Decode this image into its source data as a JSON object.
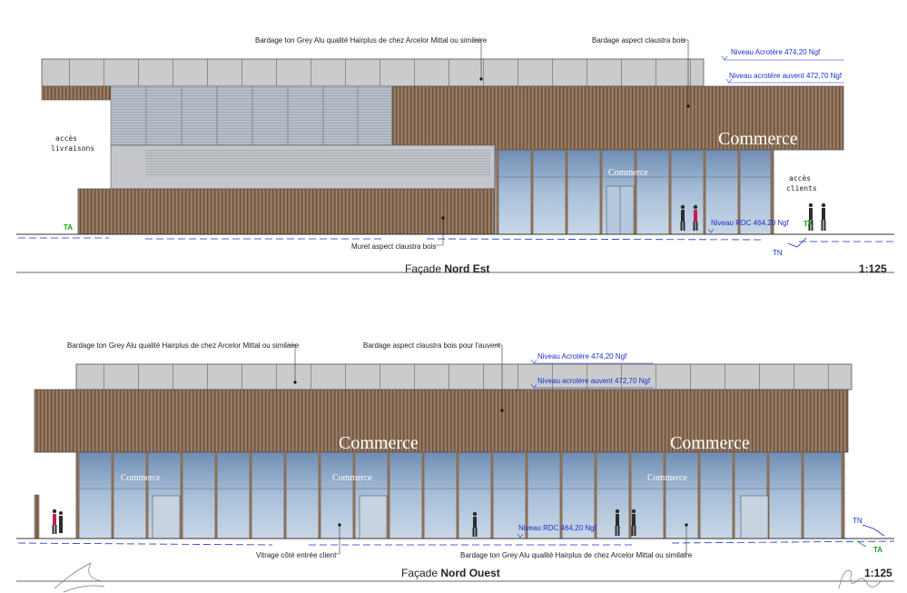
{
  "top": {
    "title_normal": "Façade ",
    "title_bold": "Nord Est",
    "scale": "1:125",
    "callouts": {
      "cladding": "Bardage ton Grey Alu qualité Hairplus de chez Arcelor Mittal ou similaire",
      "claustra": "Bardage aspect claustra bois",
      "muret": "Muret aspect claustra bois"
    },
    "levels": {
      "acrotere": "Niveau Acrotère 474,20 Ngf",
      "auvent": "Niveau acrotère auvent 472,70 Ngf",
      "rdc": "Niveau RDC 464,20 Ngf"
    },
    "sign_large": "Commerce",
    "sign_small": "Commerce",
    "side_left_1": "accès",
    "side_left_2": "livraisons",
    "side_right_1": "accès",
    "side_right_2": "clients",
    "ta": "TA",
    "ta_right": "TA",
    "tn": "TN"
  },
  "bottom": {
    "title_normal": "Façade ",
    "title_bold": "Nord Ouest",
    "scale": "1:125",
    "callouts": {
      "cladding_top": "Bardage ton Grey Alu qualité Hairplus de chez Arcelor Mittal ou similaire",
      "claustra_auvent": "Bardage aspect claustra bois pour l'auvent",
      "vitrage": "Vitrage côté entrée client",
      "cladding_bottom": "Bardage ton Grey Alu qualité Hairplus de chez Arcelor Mittal ou similaire"
    },
    "levels": {
      "acrotere": "Niveau Acrotère 474,20 Ngf",
      "auvent": "Niveau acrotère auvent 472,70 Ngf",
      "rdc": "Niveau RDC 464,20 Ngf"
    },
    "sign_left": "Commerce",
    "sign_right": "Commerce",
    "sign_small_1": "Commerce",
    "sign_small_2": "Commerce",
    "sign_small_3": "Commerce",
    "tn": "TN",
    "ta": "TA"
  },
  "colors": {
    "cladding": "#c8c8c8",
    "wood": "#8b6f58",
    "glass": "#9db6d3",
    "level_text": "#1a2fd0",
    "ground_marker": "#19a319"
  }
}
